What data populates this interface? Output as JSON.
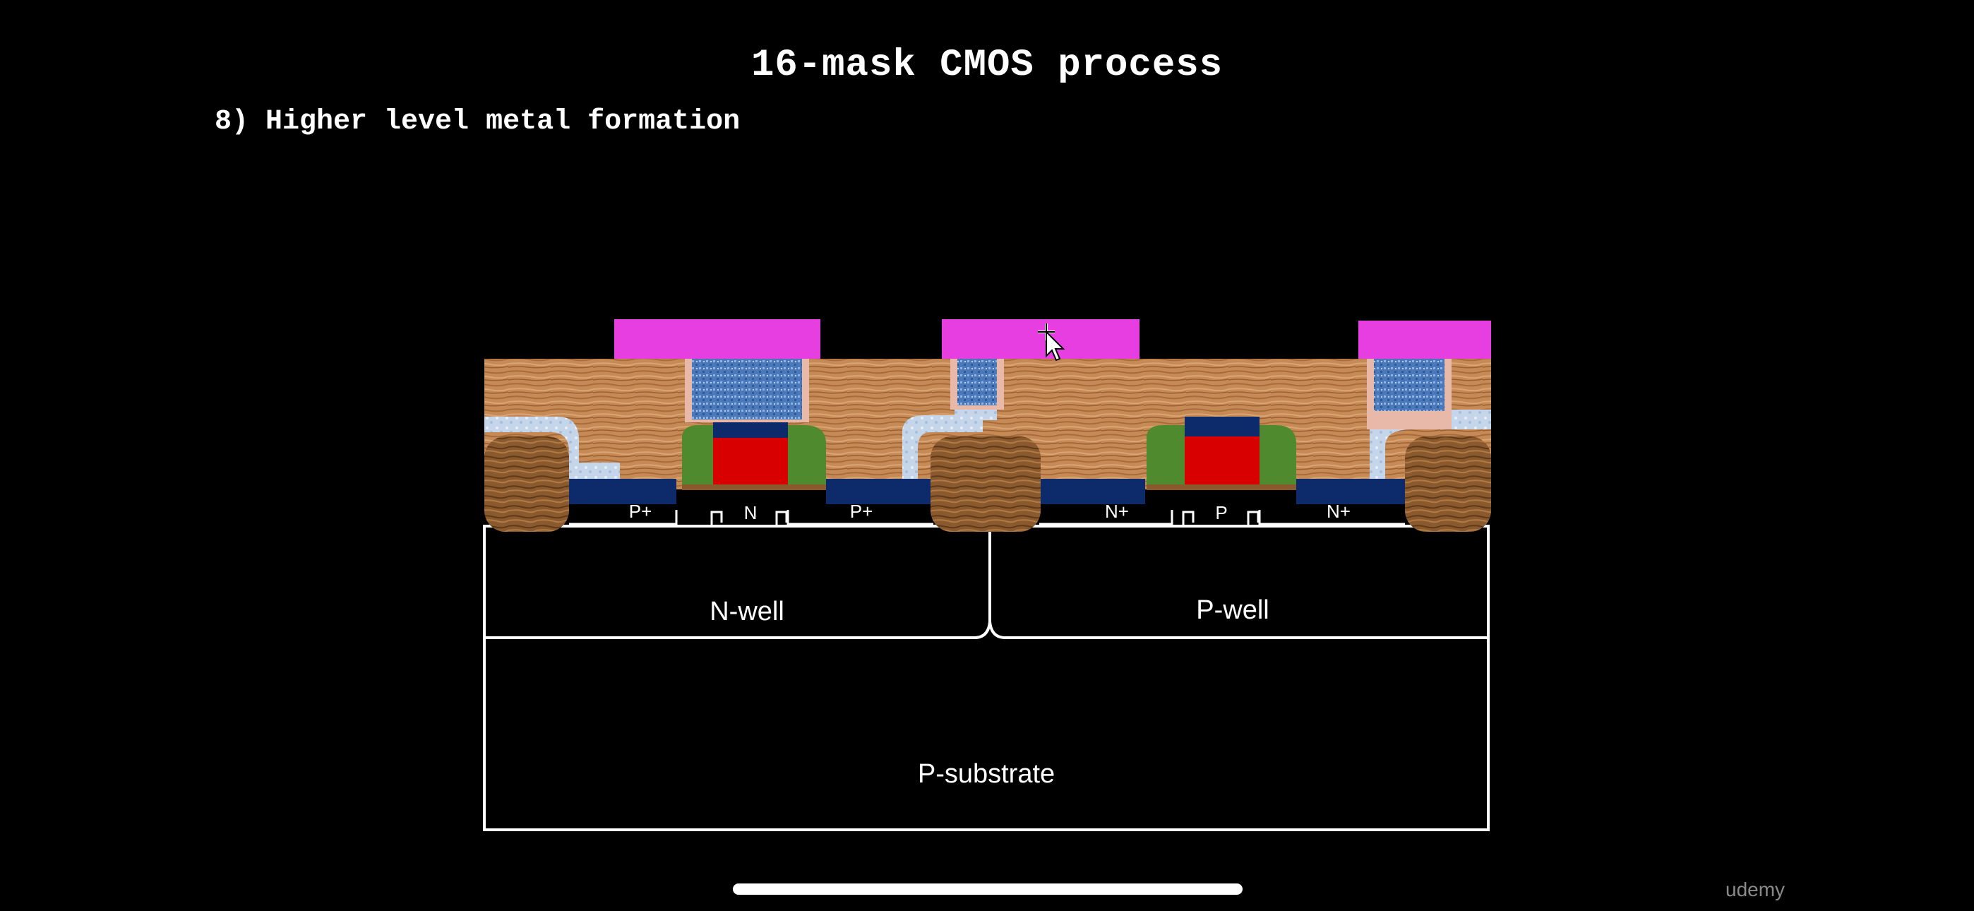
{
  "slide": {
    "title": "16-mask CMOS process",
    "step": "8) Higher level metal formation"
  },
  "regions": {
    "n_well": "N-well",
    "p_well": "P-well",
    "substrate": "P-substrate"
  },
  "diffusion_labels": {
    "pmos_source": "P+",
    "pmos_channel": "N",
    "pmos_drain": "P+",
    "nmos_source": "N+",
    "nmos_channel": "P",
    "nmos_drain": "N+"
  },
  "watermark": "udemy",
  "colors": {
    "metal_upper": "#e63ee0",
    "dielectric": "#c98e5a",
    "via_fill": "#4a78b8",
    "gate_poly": "#d80000",
    "gate_cap": "#0d2a6a",
    "spacer": "#4f8a2e",
    "silicide": "#0d2a6a",
    "isolation": "#8a5a2e",
    "liner": "#c6d6ea"
  }
}
